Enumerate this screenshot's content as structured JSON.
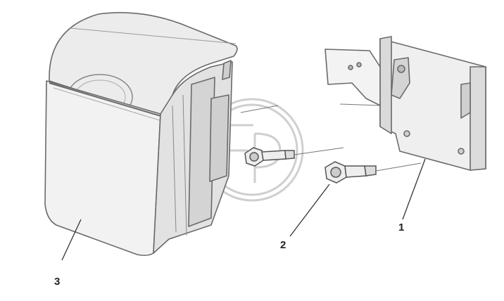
{
  "callouts": [
    {
      "id": "1",
      "label": "1"
    },
    {
      "id": "2",
      "label": "2"
    },
    {
      "id": "3",
      "label": "3"
    }
  ],
  "parts": [
    {
      "callout": "1",
      "name": "mounting-bracket"
    },
    {
      "callout": "2",
      "name": "flange-bolt"
    },
    {
      "callout": "3",
      "name": "grass-catcher-cover"
    }
  ],
  "colors": {
    "line": "#6a6a6a",
    "fill": "#f0f0f0",
    "fill_dark": "#d6d6d6",
    "watermark": "#c8c8c8",
    "text": "#222222"
  }
}
